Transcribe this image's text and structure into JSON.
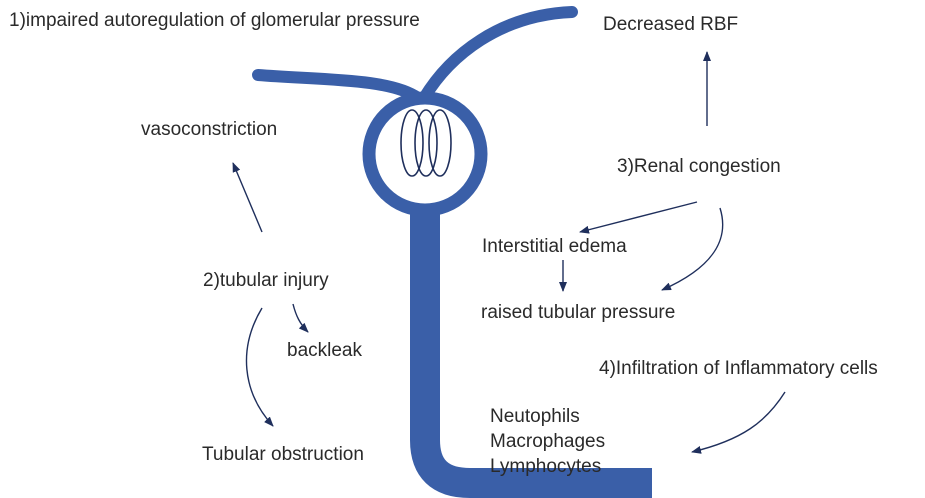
{
  "labels": {
    "autoregulation": "1)impaired autoregulation of glomerular pressure",
    "decreased_rbf": "Decreased RBF",
    "vasoconstriction": "vasoconstriction",
    "renal_congestion": "3)Renal congestion",
    "interstitial_edema": "Interstitial edema",
    "tubular_injury": "2)tubular injury",
    "raised_tubular_pressure": "raised tubular pressure",
    "backleak": "backleak",
    "infiltration": "4)Infiltration of Inflammatory cells",
    "tubular_obstruction": "Tubular obstruction",
    "cells": [
      "Neutophils",
      "Macrophages",
      "Lymphocytes"
    ]
  },
  "colors": {
    "nephron": "#3a5fa8",
    "arrow": "#1f2f5c",
    "text": "#2a2a2a"
  }
}
